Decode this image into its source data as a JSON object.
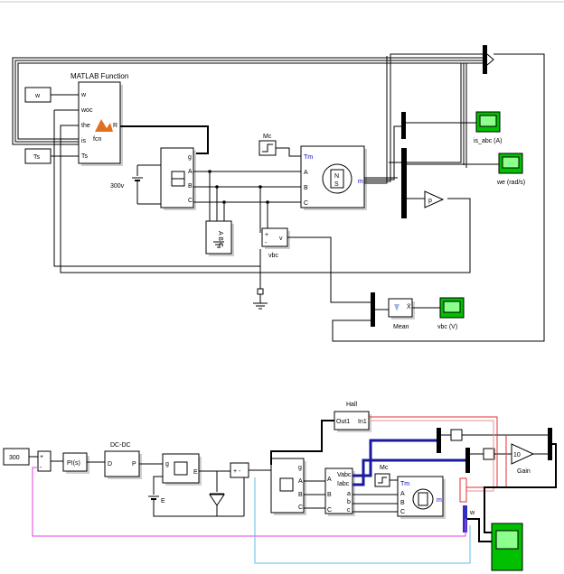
{
  "top": {
    "matlab_fn": {
      "title": "MATLAB Function",
      "inputs": [
        "w",
        "woc",
        "the",
        "is",
        "Ts"
      ],
      "output": "R",
      "name": "fcn"
    },
    "const_w": "w",
    "const_ts": "Ts",
    "source_mc": "Mc",
    "dc_label": "300v",
    "motor_ports": [
      "Tm",
      "A",
      "B",
      "C"
    ],
    "motor_out": "m",
    "motor_n": "N",
    "motor_s": "S",
    "inv_ports": [
      "g",
      "A",
      "B",
      "C"
    ],
    "meas_abc": "A B C",
    "vbc_label": "vbc",
    "vbc_plus": "+",
    "vbc_minus": "-",
    "vbc_v": "v",
    "gain_p": "p",
    "scope1": "is_abc (A)",
    "scope2": "we (rad/s)",
    "scope3": "vbc (V)",
    "mean_label": "Mean",
    "mean_symbol": "X̄"
  },
  "bottom": {
    "const_300": "300",
    "pi_label": "PI(s)",
    "dcdc_title": "DC-DC",
    "dcdc_d": "D",
    "dcdc_p": "P",
    "hall_title": "Hall",
    "hall_out": "Out1",
    "hall_in": "In1",
    "mc_label": "Mc",
    "gain_value": "10",
    "gain_label": "Gain",
    "e_label": "E",
    "switch_g": "g",
    "switch_e": "E",
    "meas_ports": [
      "A",
      "B",
      "C"
    ],
    "meas_out": [
      "Vabc",
      "Iabc",
      "a",
      "b",
      "c"
    ],
    "motor_ports": [
      "Tm",
      "A",
      "B",
      "C"
    ],
    "motor_out": "m",
    "inv_ports": [
      "g",
      "A",
      "B",
      "C"
    ],
    "sum_plus": "+",
    "sum_minus": "-",
    "w_label": "w",
    "vsum_label": "+ -"
  }
}
